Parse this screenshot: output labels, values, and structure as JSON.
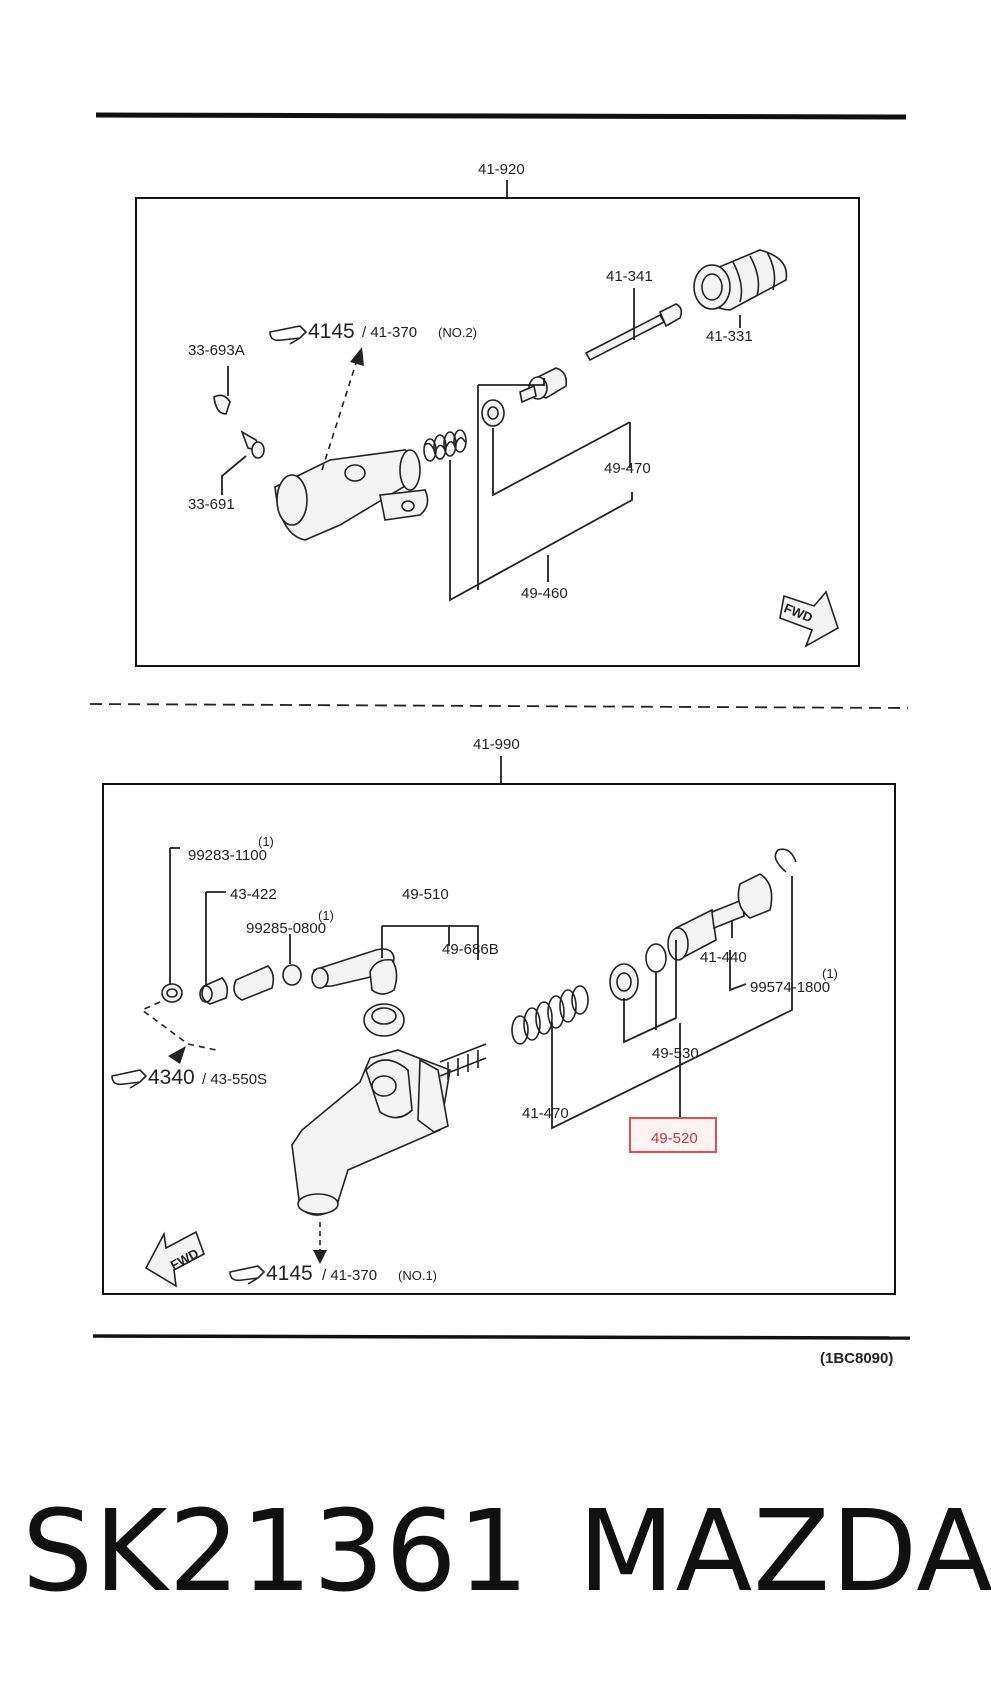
{
  "diagram_code": "(1BC8090)",
  "upper": {
    "title": "41-920",
    "ref_page": "4145",
    "ref_part": "/ 41-370",
    "ref_note": "(NO.2)",
    "labels": [
      "41-341",
      "41-331",
      "33-693A",
      "33-691",
      "49-470",
      "49-460"
    ],
    "fwd": "FWD"
  },
  "lower": {
    "title": "41-990",
    "labels": [
      "99283-1100",
      "43-422",
      "99285-0800",
      "49-510",
      "49-686B",
      "41-440",
      "99574-1800",
      "49-530",
      "41-470"
    ],
    "qty_marks": [
      "(1)",
      "(1)",
      "(1)"
    ],
    "ref_top_page": "4340",
    "ref_top_part": "/ 43-550S",
    "ref_bottom_page": "4145",
    "ref_bottom_part": "/ 41-370",
    "ref_bottom_note": "(NO.1)",
    "highlighted": "49-520",
    "fwd": "FWD",
    "highlight_color": "#e05050"
  },
  "footer": {
    "part_number": "SK21361",
    "brand": "MAZDA"
  }
}
